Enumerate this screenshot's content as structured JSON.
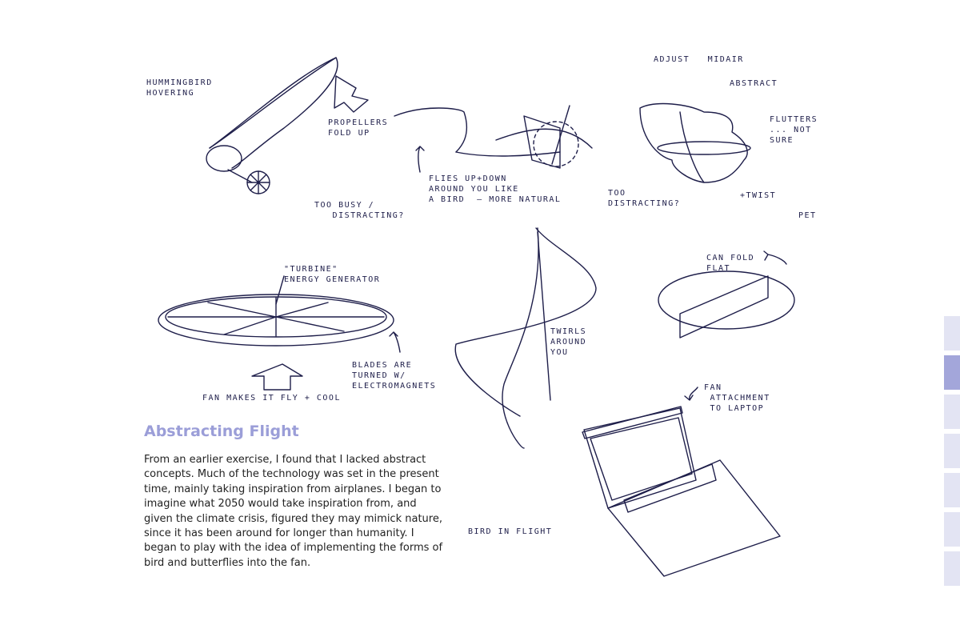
{
  "notes": {
    "hummingbird": "HUMMINGBIRD\nHOVERING",
    "propellers": "PROPELLERS\nFOLD UP",
    "too_busy": "TOO BUSY /\n   DISTRACTING?",
    "flies": "FLIES UP+DOWN\nAROUND YOU LIKE\nA BIRD  — MORE NATURAL",
    "adjust": "ADJUST   MIDAIR",
    "abstract": "ABSTRACT",
    "flutters": "FLUTTERS\n... NOT\nSURE",
    "too_distracting": "TOO\nDISTRACTING?",
    "twist": "+TWIST",
    "pet": "PET",
    "turbine": "\"TURBINE\"\nENERGY GENERATOR",
    "can_fold": "CAN FOLD\nFLAT",
    "twirls": "TWIRLS\nAROUND\nYOU",
    "blades": "BLADES ARE\nTURNED W/\nELECTROMAGNETS",
    "fan_makes": "FAN MAKES IT FLY + COOL",
    "fan_attachment": "FAN\n ATTACHMENT\n TO LAPTOP",
    "bird_in_flight": "BIRD IN FLIGHT"
  },
  "section": {
    "title": "Abstracting Flight",
    "body": "From an earlier exercise, I found that I lacked abstract concepts. Much of the technology was set in the present time, mainly taking inspiration from airplanes. I began to imagine what 2050 would take inspiration from, and given the climate crisis, figured they may mimick nature, since it has been around for longer than humanity. I began to play with the idea of implementing the forms of bird and butterflies into the fan."
  },
  "side_nav": {
    "tab_count": 7,
    "active_index": 1
  },
  "colors": {
    "ink": "#1e1e4a",
    "accent": "#9b9ed8",
    "tab": "#e3e4f3",
    "tab_active": "#a3a6da"
  }
}
